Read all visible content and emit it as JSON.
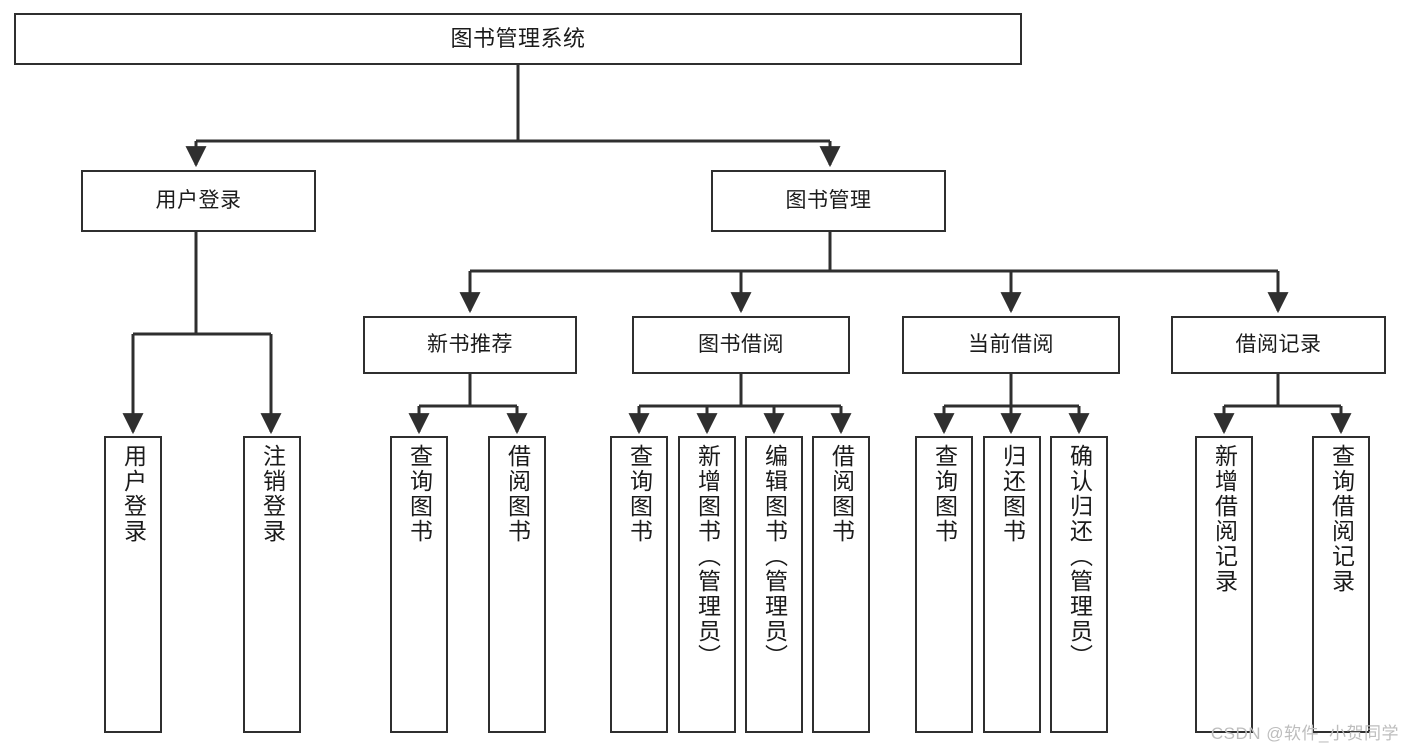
{
  "diagram": {
    "title": "图书管理系统",
    "type": "tree-hierarchy-chart",
    "colors": {
      "node_border": "#2f2f2f",
      "node_fill": "#ffffff",
      "edge": "#2f2f2f",
      "text": "#1b1b1b",
      "watermark": "#bdbdbd",
      "canvas": "#ffffff"
    },
    "root": {
      "label": "图书管理系统"
    },
    "level2": [
      {
        "id": "user-login",
        "label": "用户登录"
      },
      {
        "id": "book-manage",
        "label": "图书管理"
      }
    ],
    "level3": [
      {
        "id": "new-book-recommend",
        "label": "新书推荐"
      },
      {
        "id": "book-borrow",
        "label": "图书借阅"
      },
      {
        "id": "current-borrow",
        "label": "当前借阅"
      },
      {
        "id": "borrow-record",
        "label": "借阅记录"
      }
    ],
    "leaves": [
      {
        "id": "leaf-user-login",
        "label": "用户登录",
        "parent": "user-login"
      },
      {
        "id": "leaf-user-logout",
        "label": "注销登录",
        "parent": "user-login"
      },
      {
        "id": "leaf-query-book-1",
        "label": "查询图书",
        "parent": "new-book-recommend"
      },
      {
        "id": "leaf-borrow-book-1",
        "label": "借阅图书",
        "parent": "new-book-recommend"
      },
      {
        "id": "leaf-query-book-2",
        "label": "查询图书",
        "parent": "book-borrow"
      },
      {
        "id": "leaf-add-book",
        "label": "新增图书（管理员）",
        "parent": "book-borrow"
      },
      {
        "id": "leaf-edit-book",
        "label": "编辑图书（管理员）",
        "parent": "book-borrow"
      },
      {
        "id": "leaf-borrow-book-2",
        "label": "借阅图书",
        "parent": "book-borrow"
      },
      {
        "id": "leaf-query-book-3",
        "label": "查询图书",
        "parent": "current-borrow"
      },
      {
        "id": "leaf-return-book",
        "label": "归还图书",
        "parent": "current-borrow"
      },
      {
        "id": "leaf-confirm-return",
        "label": "确认归还（管理员）",
        "parent": "current-borrow"
      },
      {
        "id": "leaf-add-record",
        "label": "新增借阅记录",
        "parent": "borrow-record"
      },
      {
        "id": "leaf-query-record",
        "label": "查询借阅记录",
        "parent": "borrow-record"
      }
    ],
    "watermark": "CSDN @软件_小贺同学"
  }
}
